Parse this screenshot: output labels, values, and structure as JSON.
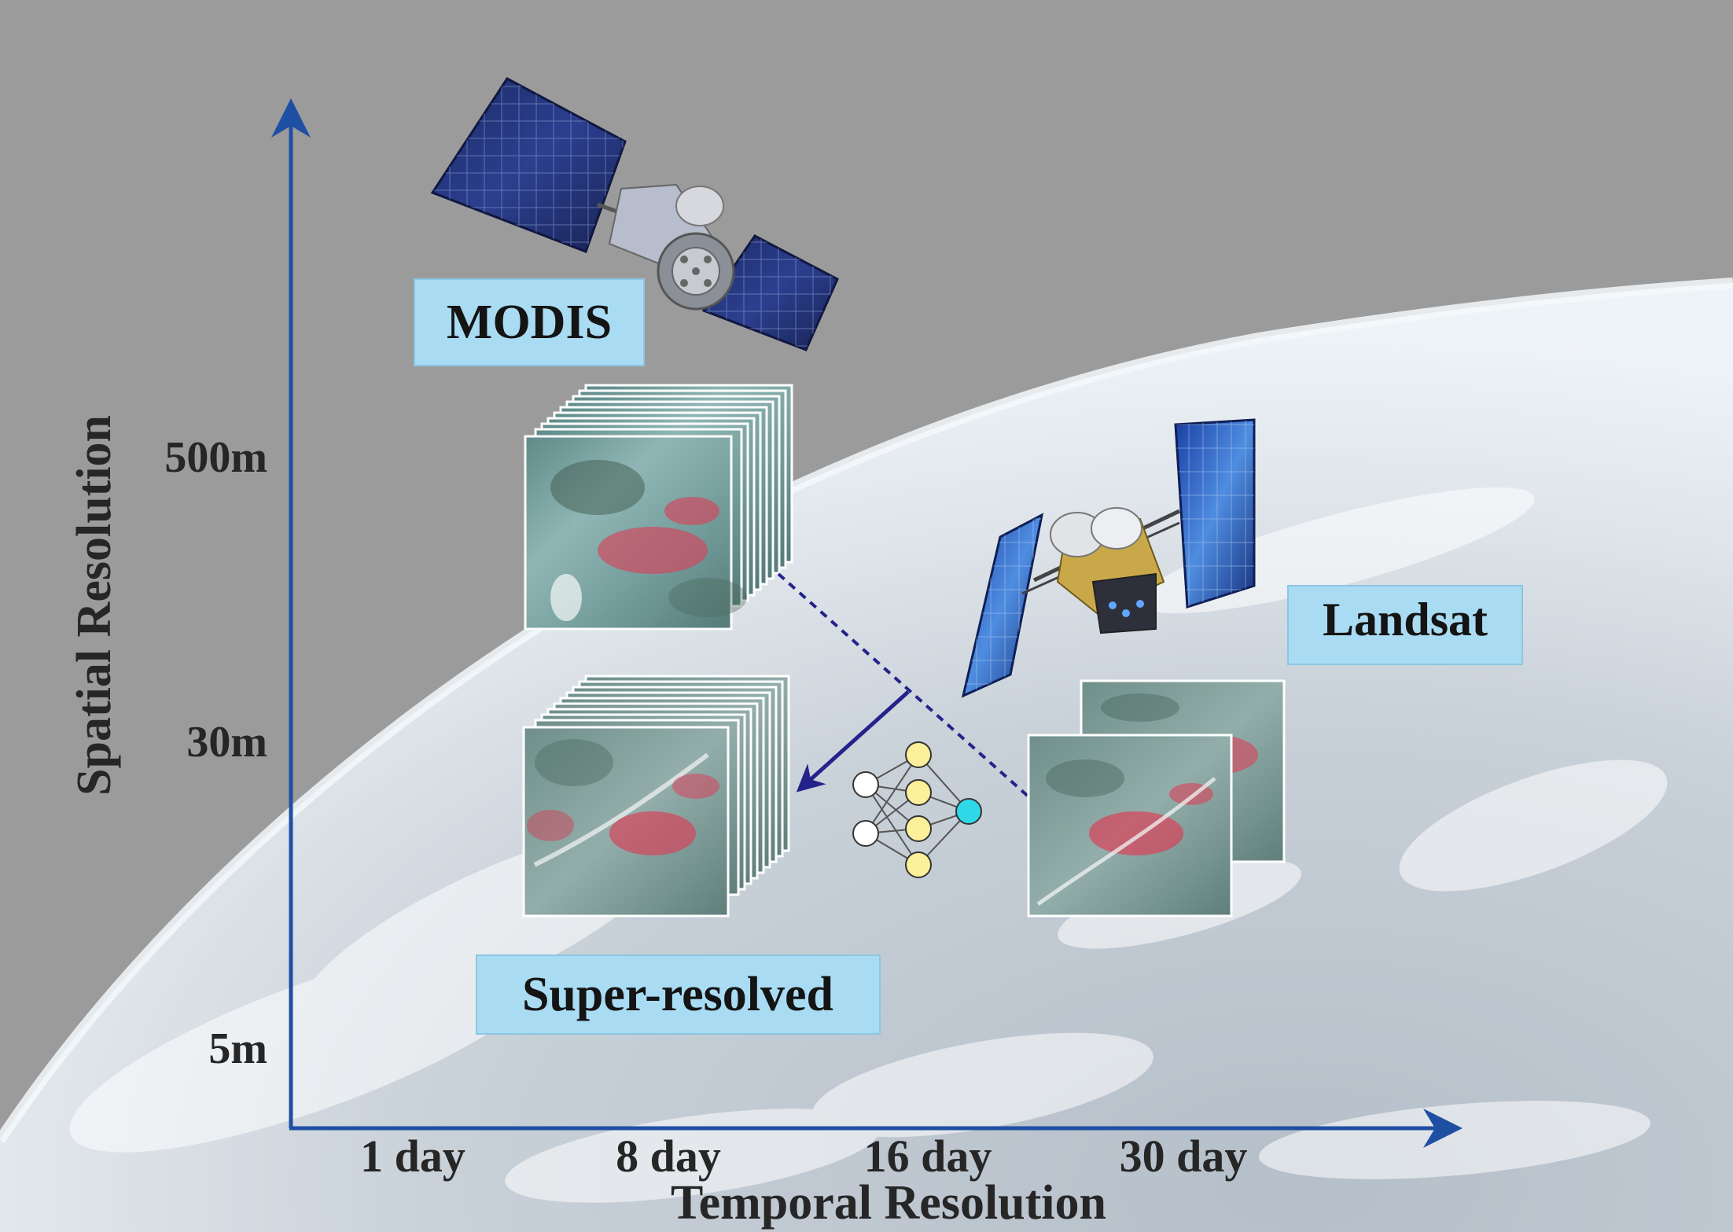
{
  "axes": {
    "y_title": "Spatial Resolution",
    "x_title": "Temporal Resolution",
    "y_ticks": [
      "500m",
      "30m",
      "5m"
    ],
    "x_ticks": [
      "1 day",
      "8 day",
      "16 day",
      "30 day"
    ],
    "axis_color": "#1f4fa3"
  },
  "labels": {
    "modis": "MODIS",
    "landsat": "Landsat",
    "super_resolved": "Super-resolved"
  },
  "colors": {
    "label_box": "#a9dcf3",
    "arrow": "#23238a",
    "nn_node_fill": "#fdf09a",
    "nn_output_fill": "#2fd8e8",
    "background": "#9b9b9b",
    "earth": "#c9d3dc"
  },
  "icons": {
    "modis_satellite": "satellite-icon",
    "landsat_satellite": "satellite-icon",
    "neural_network": "neural-network-icon"
  }
}
